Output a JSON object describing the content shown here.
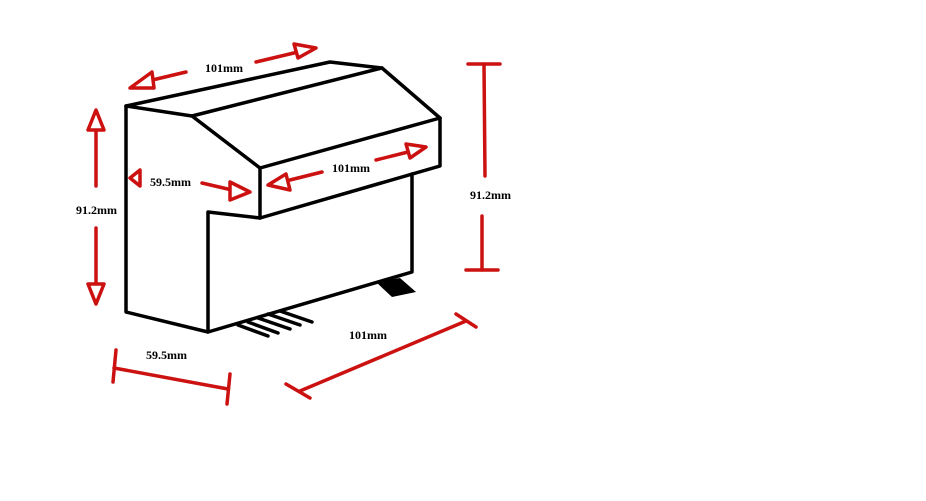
{
  "diagram": {
    "type": "isometric-sketch",
    "subject": "box-enclosure-with-pins",
    "colors": {
      "outline": "#000000",
      "dimension": "#cc1111",
      "background": "#ffffff"
    },
    "dimensions": {
      "top_length": {
        "label": "101mm"
      },
      "left_height": {
        "label": "91.2mm"
      },
      "inner_depth": {
        "label": "59.5mm"
      },
      "front_length": {
        "label": "101mm"
      },
      "right_height": {
        "label": "91.2mm"
      },
      "bottom_depth": {
        "label": "59.5mm"
      },
      "bottom_length": {
        "label": "101mm"
      }
    }
  }
}
